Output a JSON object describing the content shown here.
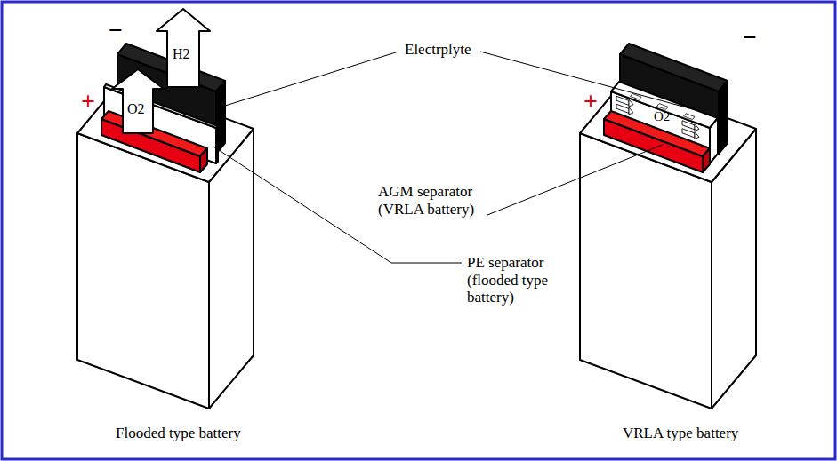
{
  "diagram": {
    "labels": [
      "Electrplyte",
      "AGM separator (VRLA battery)",
      "PE separator (flooded type battery)",
      "Flooded type battery",
      "VRLA type battery",
      "H2",
      "O2",
      "O2",
      "+",
      "−",
      "+",
      "−"
    ]
  }
}
